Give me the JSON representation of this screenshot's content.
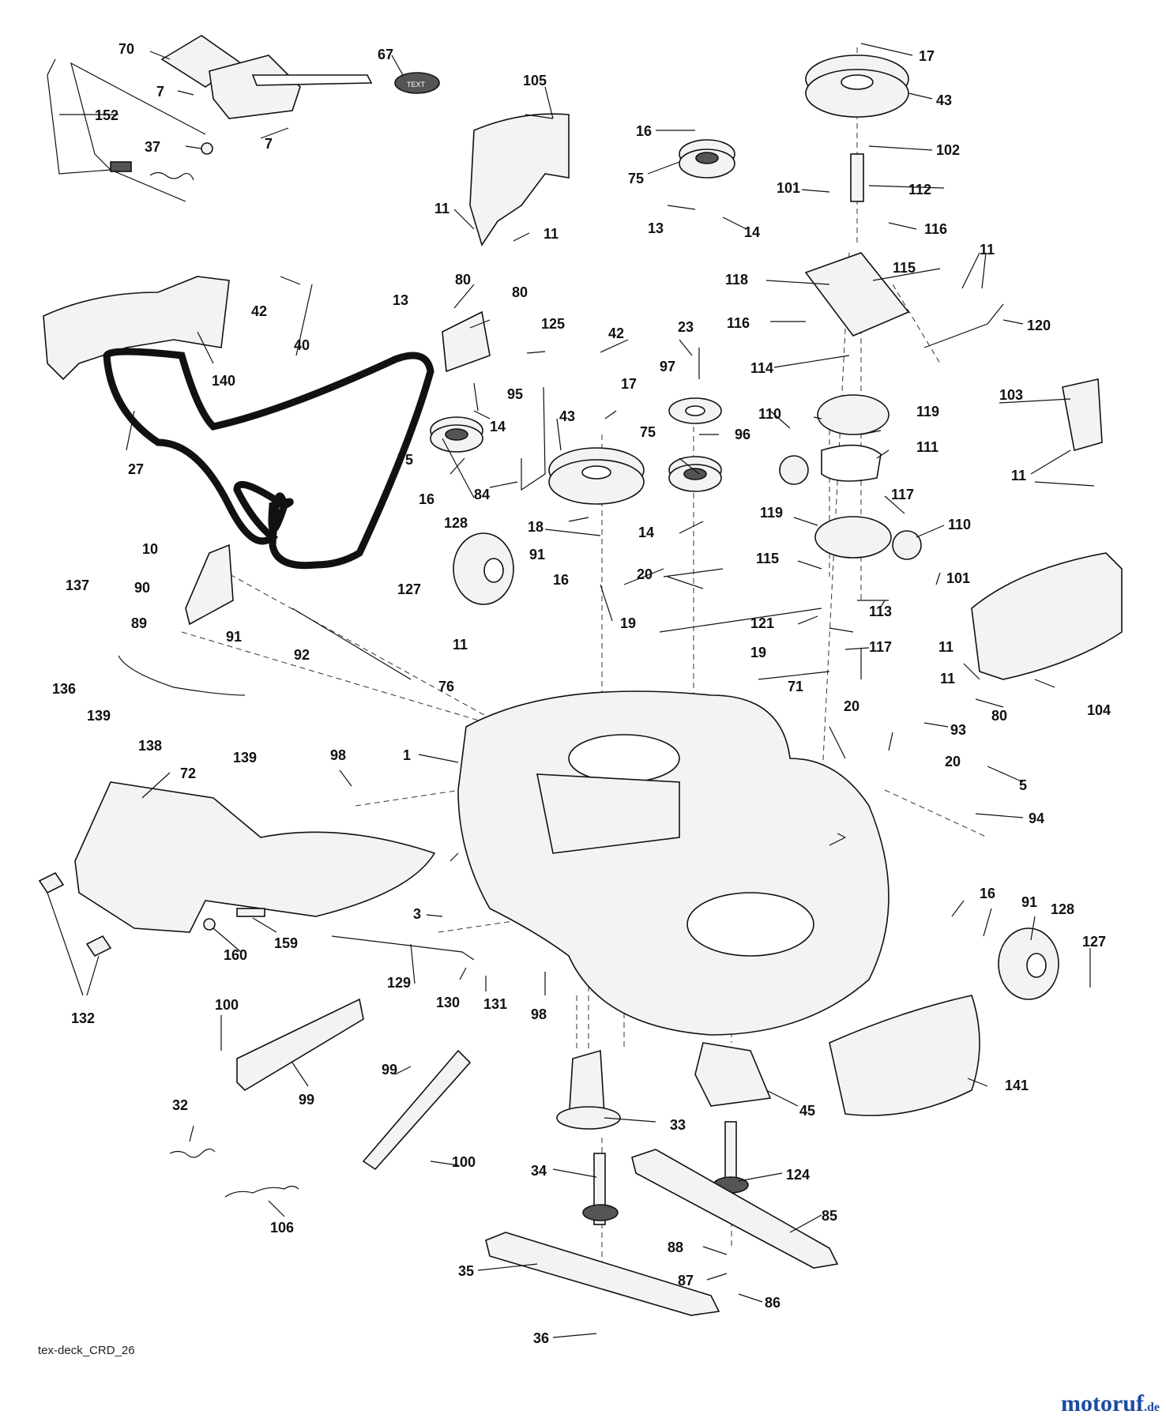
{
  "diagram": {
    "reference_code": "tex-deck_CRD_26",
    "watermark": {
      "name": "motoruf",
      "tld": ".de"
    },
    "part_numbers": [
      "1",
      "3",
      "5",
      "7",
      "10",
      "11",
      "13",
      "14",
      "16",
      "17",
      "18",
      "19",
      "20",
      "23",
      "27",
      "32",
      "33",
      "34",
      "35",
      "36",
      "37",
      "40",
      "42",
      "43",
      "45",
      "67",
      "70",
      "71",
      "72",
      "75",
      "76",
      "80",
      "84",
      "85",
      "86",
      "87",
      "88",
      "89",
      "90",
      "91",
      "92",
      "93",
      "94",
      "95",
      "96",
      "97",
      "98",
      "99",
      "100",
      "101",
      "102",
      "103",
      "104",
      "105",
      "106",
      "110",
      "111",
      "112",
      "113",
      "114",
      "115",
      "116",
      "117",
      "118",
      "119",
      "120",
      "121",
      "124",
      "125",
      "127",
      "128",
      "129",
      "130",
      "131",
      "132",
      "136",
      "137",
      "138",
      "139",
      "140",
      "141",
      "152",
      "159",
      "160"
    ]
  }
}
